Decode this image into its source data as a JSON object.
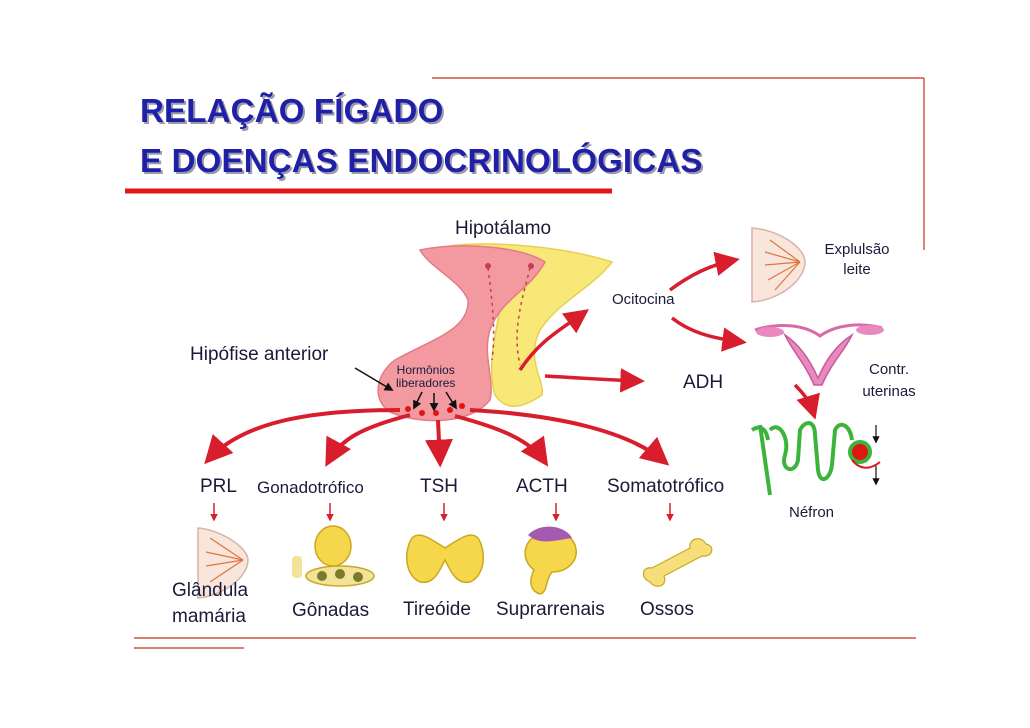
{
  "title": {
    "line1": "RELAÇÃO FÍGADO",
    "line2": "E DOENÇAS ENDOCRINOLÓGICAS"
  },
  "diagram": {
    "hypothalamus_label": "Hipotálamo",
    "anterior_pituitary_label": "Hipófise anterior",
    "releasing_hormones_label": {
      "line1": "Hormônios",
      "line2": "liberadores"
    },
    "posterior_hormones": {
      "oxytocin": "Ocitocina",
      "adh": "ADH"
    },
    "posterior_targets": {
      "milk_ejection": {
        "line1": "Explulsão",
        "line2": "leite"
      },
      "uterine_contractions": {
        "line1": "Contr.",
        "line2": "uterinas"
      },
      "nephron": "Néfron"
    },
    "anterior_hormones": [
      "PRL",
      "Gonadotrófico",
      "TSH",
      "ACTH",
      "Somatotrófico"
    ],
    "anterior_targets": {
      "mammary_gland": {
        "line1": "Glândula",
        "line2": "mamária"
      },
      "gonads": "Gônadas",
      "thyroid": "Tireóide",
      "adrenals": "Suprarrenais",
      "bones": "Ossos"
    }
  },
  "colors": {
    "title": "#1f1fa8",
    "accent_red": "#e01515",
    "arrow_red": "#d81d2c",
    "frame_line": "#c8321e",
    "pituitary_pink": "#f39aa0",
    "posterior_yellow": "#f7e878",
    "organ_yellow": "#f6d64a",
    "nephron_green": "#3cb43c",
    "adrenal_purple": "#a35ab0"
  }
}
